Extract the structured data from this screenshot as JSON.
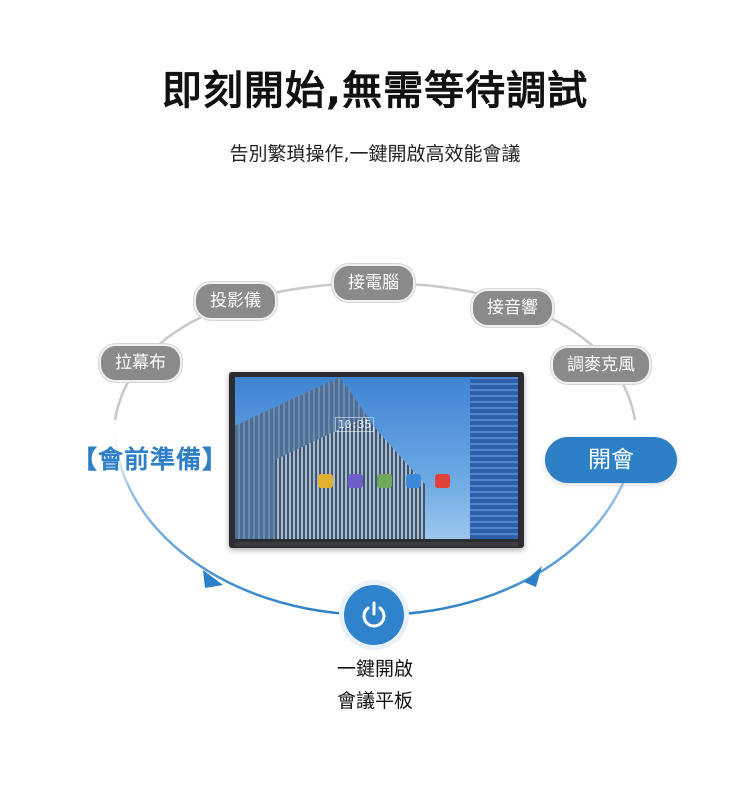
{
  "title": "即刻開始,無需等待調試",
  "subtitle": "告別繁瑣操作,一鍵開啟高效能會議",
  "steps": {
    "connect_computer": "接電腦",
    "projector": "投影儀",
    "connect_audio": "接音響",
    "screen": "拉幕布",
    "adjust_mic": "調麥克風"
  },
  "left_label": "【會前準備】",
  "right_label": "開會",
  "screen_clock": "10:35",
  "caption": {
    "line1": "一鍵開啟",
    "line2": "會議平板"
  },
  "colors": {
    "accent": "#2d7fc6",
    "pill_gray": "#8a8a8a"
  },
  "icons": {
    "power": "power-icon"
  }
}
